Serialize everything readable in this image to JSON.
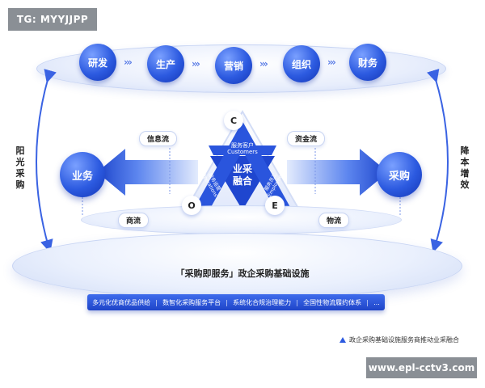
{
  "tag": "TG: MYYJJPP",
  "watermark": "www.epl-cctv3.com",
  "top_flow": [
    {
      "label": "研发"
    },
    {
      "label": "生产"
    },
    {
      "label": "营销"
    },
    {
      "label": "组织"
    },
    {
      "label": "财务"
    }
  ],
  "chevron": "›››",
  "left_side_label": [
    "阳",
    "光",
    "采",
    "购"
  ],
  "right_side_label": [
    "降",
    "本",
    "增",
    "效"
  ],
  "left_ball": "业务",
  "right_ball": "采购",
  "pills": {
    "info_flow": "信息流",
    "capital_flow": "资金流",
    "business_flow": "商流",
    "logistics_flow": "物流"
  },
  "triangle": {
    "center": [
      "业采",
      "融合"
    ],
    "nodes": {
      "top": "C",
      "left": "O",
      "right": "E"
    },
    "edges": {
      "bottom_cn": "服务客户",
      "bottom_en": "Customers",
      "left_cn": "服务运营",
      "left_en": "Operations",
      "right_cn": "服务员工",
      "right_en": "Employees"
    }
  },
  "base_title": "「采购即服务」政企采购基础设施",
  "bar_items": [
    "多元化优商优品供给",
    "数智化采购服务平台",
    "系统化合规治理能力",
    "全国性物流履约体系",
    "..."
  ],
  "legend": "政企采购基础设施服务商推动业采融合",
  "colors": {
    "primary": "#2c5ae0",
    "dark": "#1436b5",
    "light": "#e8eefc"
  }
}
